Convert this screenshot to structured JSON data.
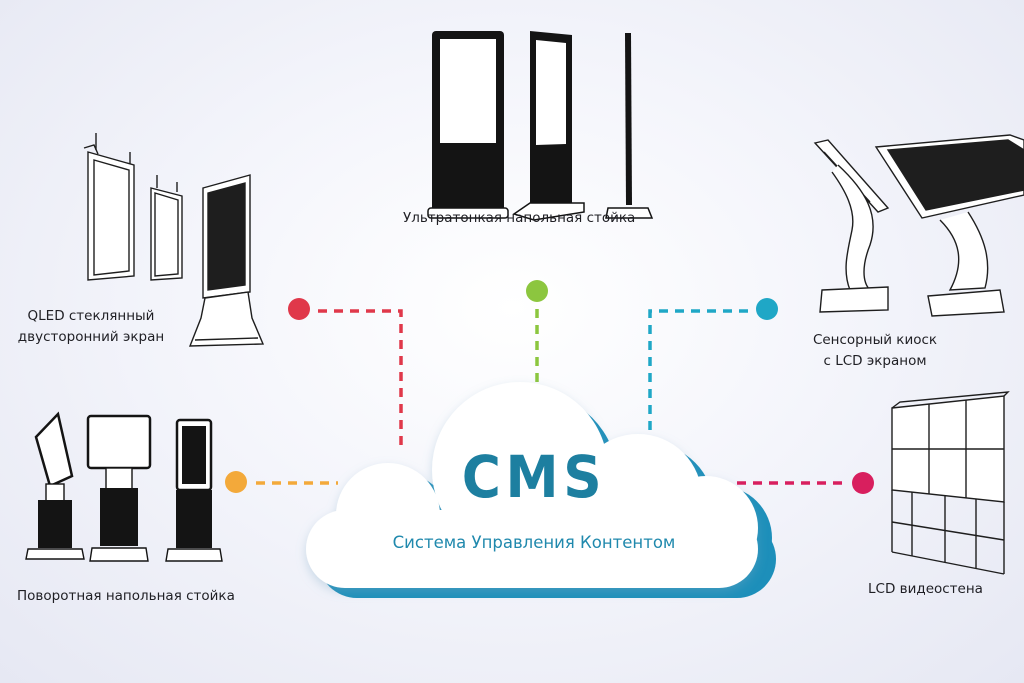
{
  "labels": {
    "ultrathin": "Ультратонкая напольная стойка",
    "qled_line1": "QLED стеклянный",
    "qled_line2": "двусторонний экран",
    "kiosk_line1": "Сенсорный киоск",
    "kiosk_line2": "с LCD экраном",
    "rotating": "Поворотная напольная стойка",
    "videowall": "LCD видеостена"
  },
  "cloud": {
    "title": "CMS",
    "subtitle": "Система Управления Контентом"
  },
  "colors": {
    "red": "#e0384a",
    "green": "#8cc63f",
    "cyan": "#1fa7c6",
    "orange": "#f3a93a",
    "magenta": "#d81f5e",
    "cloud_shadow": "#1d8fba",
    "device_dark": "#141414"
  }
}
